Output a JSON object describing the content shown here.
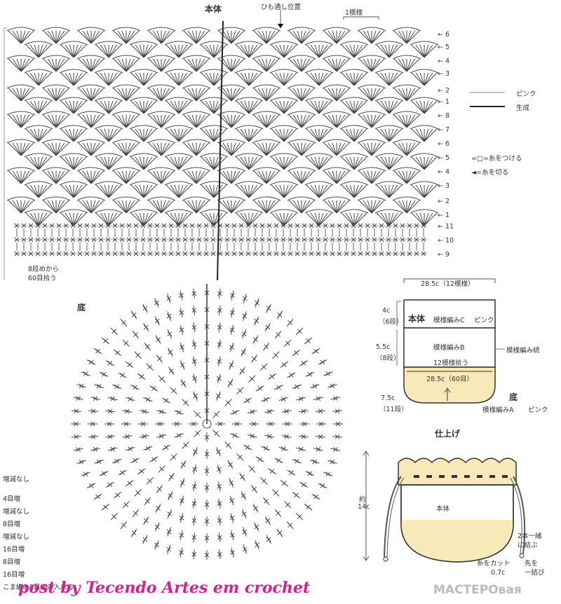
{
  "body_chart": {
    "title": "本体",
    "cord_position": "ひも通し位置",
    "repeat_label": "1模様",
    "start_note": [
      "8段めから",
      "60目拾う"
    ],
    "right_rows_a": [
      "6",
      "5",
      "4",
      "3",
      "2",
      "1"
    ],
    "right_rows_b": [
      "8",
      "7",
      "6",
      "5",
      "4",
      "3",
      "2",
      "1"
    ],
    "right_rows_c": [
      "11",
      "10",
      "9"
    ]
  },
  "legend": {
    "pink": "ピンク",
    "natural": "生成",
    "attach": "=□=糸をつける",
    "cut": "◄=糸を切る"
  },
  "bottom_chart": {
    "title": "底",
    "inc_notes": [
      "増減なし",
      "4目増",
      "増減なし",
      "8目増",
      "増減なし",
      "16目増",
      "8目増",
      "16目増",
      "こま編み8目編み入れる"
    ]
  },
  "schematic": {
    "width_top": "28.5c（12模様）",
    "h1": "4c",
    "h1_rows": "（6段）",
    "h2": "5.5c",
    "h2_rows": "（8段）",
    "h3": "7.5c",
    "h3_rows": "（11段）",
    "body_label": "本体",
    "pattern_c": "模様編みC",
    "pink": "ピンク",
    "pattern_b": "模様編みB",
    "pick12": "12模様拾う",
    "side_note": "模様編み続",
    "bottom_width": "28.5c（60目）",
    "bottom_label": "底",
    "pattern_a": "模様編みA",
    "pink2": "ピンク"
  },
  "finish": {
    "title": "仕上げ",
    "body_label": "本体",
    "height_a": "約",
    "height_b": "14c",
    "tie_a": "2本一緒",
    "tie_b": "に結ぶ",
    "cut_note": "糸をカット",
    "end_a": "先を",
    "end_b": "一結び",
    "measure": "0.7c"
  },
  "watermark": "post by Tecendo Artes em crochet",
  "watermark2": "МАСТЕРОвая"
}
